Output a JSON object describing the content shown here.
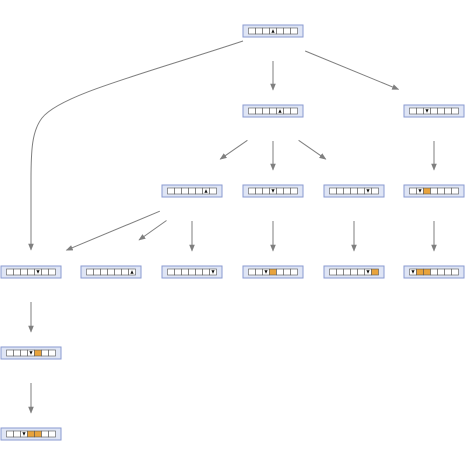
{
  "diagram": {
    "colors": {
      "node_fill": "#dfe5f5",
      "node_border": "#8a9ad0",
      "cell_fill": "#ffffff",
      "cell_border": "#555555",
      "highlight": "#e8a33c",
      "arrow": "#7f7f7f",
      "head": "#111111"
    },
    "nodes": [
      {
        "id": "n1",
        "cells": 7,
        "head": 3,
        "orange": [],
        "head_dir": "up"
      },
      {
        "id": "n2",
        "cells": 7,
        "head": 4,
        "orange": [],
        "head_dir": "up"
      },
      {
        "id": "n3",
        "cells": 7,
        "head": 2,
        "orange": [],
        "head_dir": "down"
      },
      {
        "id": "n4",
        "cells": 7,
        "head": 5,
        "orange": [],
        "head_dir": "up"
      },
      {
        "id": "n5",
        "cells": 7,
        "head": 3,
        "orange": [],
        "head_dir": "down"
      },
      {
        "id": "n6",
        "cells": 7,
        "head": 5,
        "orange": [],
        "head_dir": "down"
      },
      {
        "id": "n7",
        "cells": 7,
        "head": 1,
        "orange": [
          2
        ],
        "head_dir": "down"
      },
      {
        "id": "n8",
        "cells": 7,
        "head": 4,
        "orange": [],
        "head_dir": "down"
      },
      {
        "id": "n9",
        "cells": 7,
        "head": 6,
        "orange": [],
        "head_dir": "up"
      },
      {
        "id": "n10",
        "cells": 7,
        "head": 6,
        "orange": [],
        "head_dir": "down"
      },
      {
        "id": "n11",
        "cells": 7,
        "head": 2,
        "orange": [
          3
        ],
        "head_dir": "down"
      },
      {
        "id": "n12",
        "cells": 7,
        "head": 5,
        "orange": [
          6
        ],
        "head_dir": "down"
      },
      {
        "id": "n13",
        "cells": 7,
        "head": 0,
        "orange": [
          1,
          2
        ],
        "head_dir": "down"
      },
      {
        "id": "n14",
        "cells": 7,
        "head": 3,
        "orange": [
          4
        ],
        "head_dir": "down"
      },
      {
        "id": "n15",
        "cells": 7,
        "head": 2,
        "orange": [
          3,
          4
        ],
        "head_dir": "down"
      }
    ],
    "edges": [
      {
        "from": "n1",
        "to": "n2"
      },
      {
        "from": "n1",
        "to": "n3"
      },
      {
        "from": "n1",
        "to": "n8"
      },
      {
        "from": "n2",
        "to": "n4"
      },
      {
        "from": "n2",
        "to": "n5"
      },
      {
        "from": "n2",
        "to": "n6"
      },
      {
        "from": "n3",
        "to": "n7"
      },
      {
        "from": "n4",
        "to": "n8"
      },
      {
        "from": "n4",
        "to": "n9"
      },
      {
        "from": "n4",
        "to": "n10"
      },
      {
        "from": "n5",
        "to": "n11"
      },
      {
        "from": "n6",
        "to": "n12"
      },
      {
        "from": "n7",
        "to": "n13"
      },
      {
        "from": "n8",
        "to": "n14"
      },
      {
        "from": "n14",
        "to": "n15"
      }
    ]
  }
}
